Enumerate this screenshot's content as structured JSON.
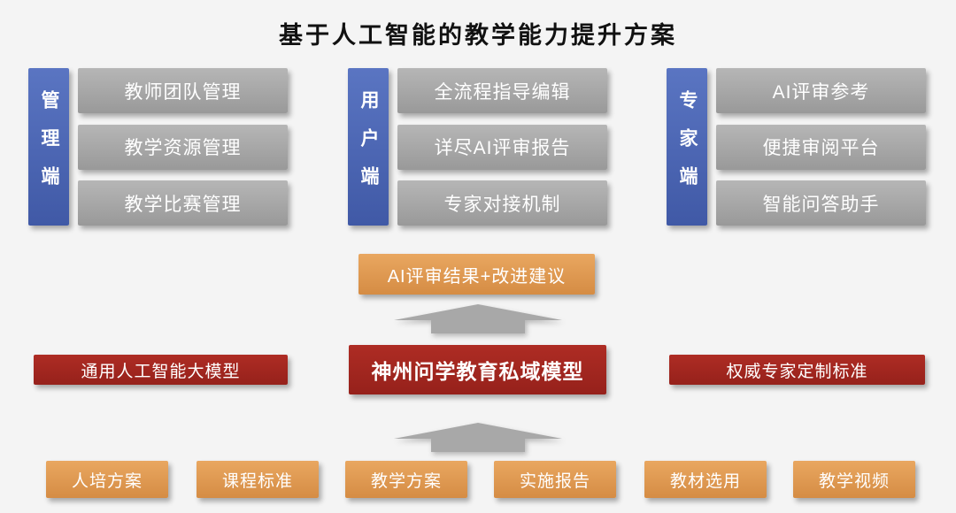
{
  "title": "基于人工智能的教学能力提升方案",
  "panels": [
    {
      "tab": "管理端",
      "items": [
        "教师团队管理",
        "教学资源管理",
        "教学比赛管理"
      ]
    },
    {
      "tab": "用户端",
      "items": [
        "全流程指导编辑",
        "详尽AI评审报告",
        "专家对接机制"
      ]
    },
    {
      "tab": "专家端",
      "items": [
        "AI评审参考",
        "便捷审阅平台",
        "智能问答助手"
      ]
    }
  ],
  "output_box": "AI评审结果+改进建议",
  "models": {
    "left": "通用人工智能大模型",
    "center": "神州问学教育私域模型",
    "right": "权威专家定制标准"
  },
  "inputs": [
    "人培方案",
    "课程标准",
    "教学方案",
    "实施报告",
    "教材选用",
    "教学视频"
  ],
  "colors": {
    "blue_tab": "#4a65b4",
    "gray_box": "#a3a3a3",
    "orange_box": "#e09b55",
    "red_box": "#a32822",
    "arrow": "#a8a8a8",
    "background": "#f4f4f4"
  }
}
